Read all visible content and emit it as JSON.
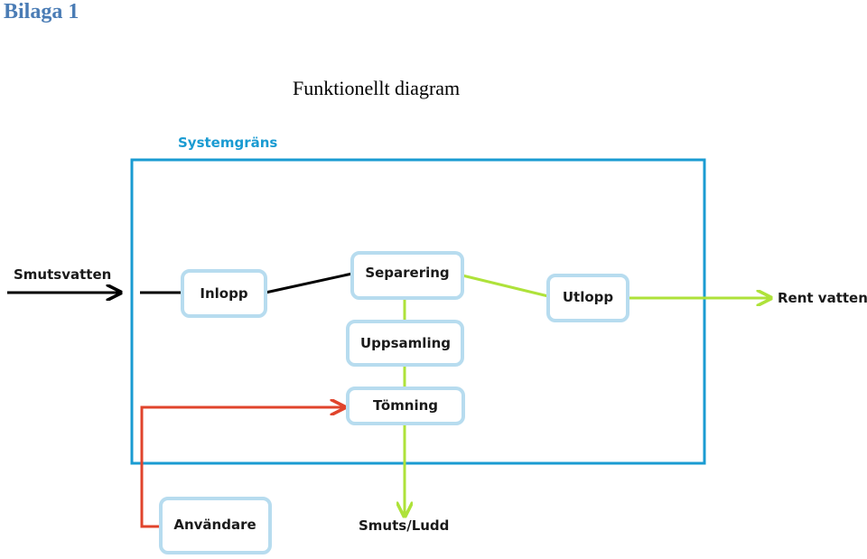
{
  "heading": "Bilaga 1",
  "title": "Funktionellt diagram",
  "boundary_label": "Systemgräns",
  "nodes": {
    "inlopp": "Inlopp",
    "separering": "Separering",
    "utlopp": "Utlopp",
    "uppsamling": "Uppsamling",
    "tomning": "Tömning",
    "anvandare": "Användare"
  },
  "external": {
    "smutsvatten": "Smutsvatten",
    "rent_vatten": "Rent vatten",
    "smuts_ludd": "Smuts/Ludd"
  },
  "colors": {
    "boundary": "#1a9bd2",
    "node_border": "#b7dcef",
    "flow_dirty": "#000000",
    "flow_clean": "#aee23a",
    "flow_user": "#e0442c"
  }
}
